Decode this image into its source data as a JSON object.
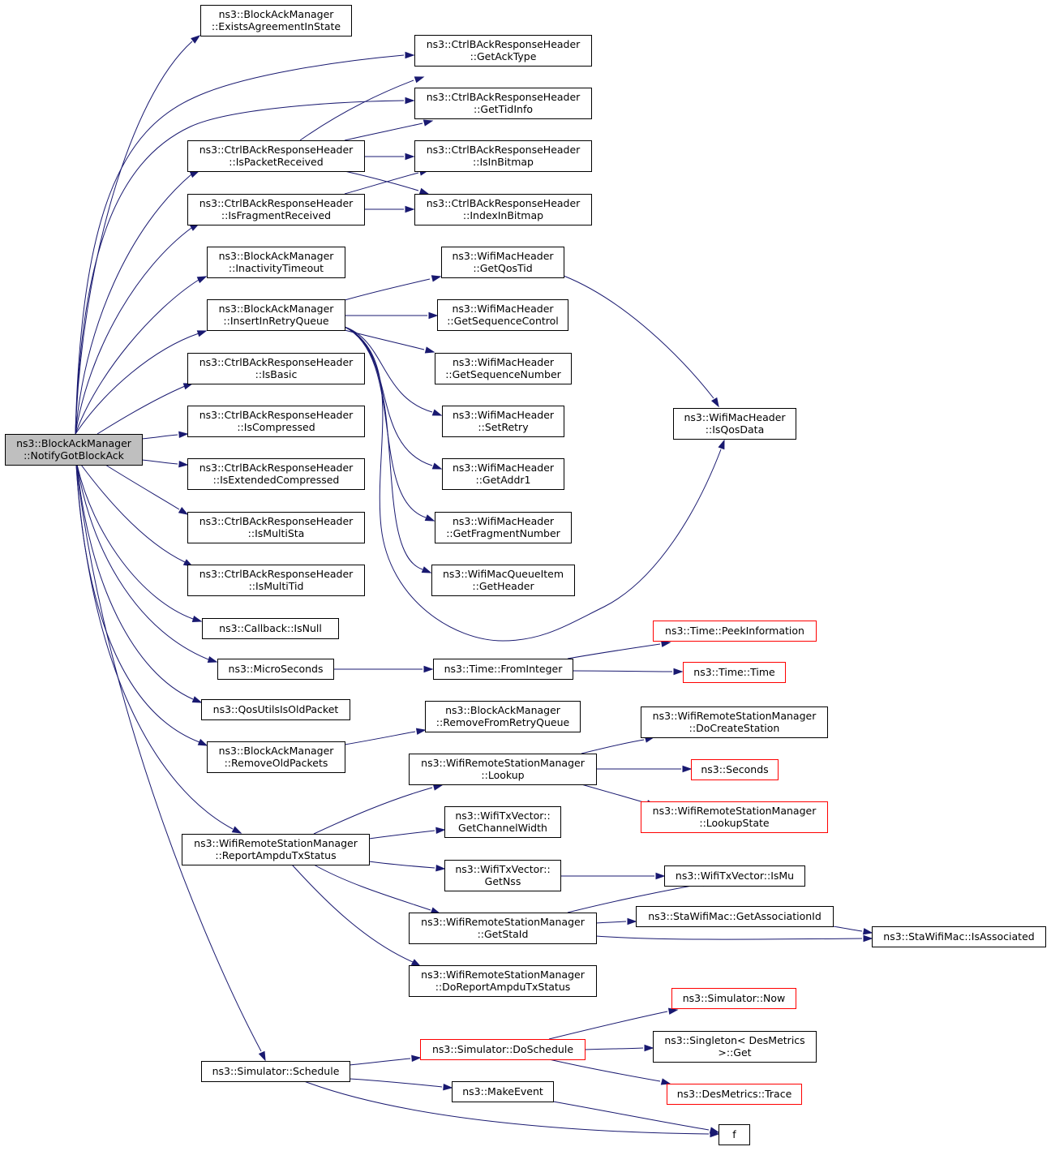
{
  "graph": {
    "colors": {
      "edge": "#191970",
      "node_border": "#000000",
      "missing_border": "#ff0000",
      "root_fill": "#bfbfbf",
      "node_fill": "#ffffff"
    },
    "nodes": [
      {
        "id": "root",
        "lines": [
          "ns3::BlockAckManager",
          "::NotifyGotBlockAck"
        ],
        "style": "root"
      },
      {
        "id": "n1",
        "lines": [
          "ns3::BlockAckManager",
          "::ExistsAgreementInState"
        ]
      },
      {
        "id": "n2",
        "lines": [
          "ns3::CtrlBAckResponseHeader",
          "::GetAckType"
        ]
      },
      {
        "id": "n3",
        "lines": [
          "ns3::CtrlBAckResponseHeader",
          "::GetTidInfo"
        ]
      },
      {
        "id": "n4",
        "lines": [
          "ns3::CtrlBAckResponseHeader",
          "::IsPacketReceived"
        ]
      },
      {
        "id": "n5",
        "lines": [
          "ns3::CtrlBAckResponseHeader",
          "::IsInBitmap"
        ]
      },
      {
        "id": "n6",
        "lines": [
          "ns3::CtrlBAckResponseHeader",
          "::IsFragmentReceived"
        ]
      },
      {
        "id": "n7",
        "lines": [
          "ns3::CtrlBAckResponseHeader",
          "::IndexInBitmap"
        ]
      },
      {
        "id": "n8",
        "lines": [
          "ns3::BlockAckManager",
          "::InactivityTimeout"
        ]
      },
      {
        "id": "n9",
        "lines": [
          "ns3::WifiMacHeader",
          "::GetQosTid"
        ]
      },
      {
        "id": "n10",
        "lines": [
          "ns3::BlockAckManager",
          "::InsertInRetryQueue"
        ]
      },
      {
        "id": "n11",
        "lines": [
          "ns3::WifiMacHeader",
          "::GetSequenceControl"
        ]
      },
      {
        "id": "n12",
        "lines": [
          "ns3::CtrlBAckResponseHeader",
          "::IsBasic"
        ]
      },
      {
        "id": "n13",
        "lines": [
          "ns3::WifiMacHeader",
          "::GetSequenceNumber"
        ]
      },
      {
        "id": "n14",
        "lines": [
          "ns3::WifiMacHeader",
          "::IsQosData"
        ]
      },
      {
        "id": "n15",
        "lines": [
          "ns3::CtrlBAckResponseHeader",
          "::IsCompressed"
        ]
      },
      {
        "id": "n16",
        "lines": [
          "ns3::WifiMacHeader",
          "::SetRetry"
        ]
      },
      {
        "id": "n17",
        "lines": [
          "ns3::CtrlBAckResponseHeader",
          "::IsExtendedCompressed"
        ]
      },
      {
        "id": "n18",
        "lines": [
          "ns3::WifiMacHeader",
          "::GetAddr1"
        ]
      },
      {
        "id": "n19",
        "lines": [
          "ns3::CtrlBAckResponseHeader",
          "::IsMultiSta"
        ]
      },
      {
        "id": "n20",
        "lines": [
          "ns3::WifiMacHeader",
          "::GetFragmentNumber"
        ]
      },
      {
        "id": "n21",
        "lines": [
          "ns3::CtrlBAckResponseHeader",
          "::IsMultiTid"
        ]
      },
      {
        "id": "n22",
        "lines": [
          "ns3::WifiMacQueueItem",
          "::GetHeader"
        ]
      },
      {
        "id": "n23",
        "lines": [
          "ns3::Callback::IsNull"
        ]
      },
      {
        "id": "n24",
        "lines": [
          "ns3::Time::PeekInformation"
        ],
        "style": "missing"
      },
      {
        "id": "n25",
        "lines": [
          "ns3::MicroSeconds"
        ]
      },
      {
        "id": "n26",
        "lines": [
          "ns3::Time::FromInteger"
        ]
      },
      {
        "id": "n27",
        "lines": [
          "ns3::Time::Time"
        ],
        "style": "missing"
      },
      {
        "id": "n28",
        "lines": [
          "ns3::QosUtilsIsOldPacket"
        ]
      },
      {
        "id": "n29",
        "lines": [
          "ns3::BlockAckManager",
          "::RemoveFromRetryQueue"
        ]
      },
      {
        "id": "n30",
        "lines": [
          "ns3::WifiRemoteStationManager",
          "::DoCreateStation"
        ]
      },
      {
        "id": "n31",
        "lines": [
          "ns3::BlockAckManager",
          "::RemoveOldPackets"
        ]
      },
      {
        "id": "n32",
        "lines": [
          "ns3::WifiRemoteStationManager",
          "::Lookup"
        ]
      },
      {
        "id": "n33",
        "lines": [
          "ns3::Seconds"
        ],
        "style": "missing"
      },
      {
        "id": "n34",
        "lines": [
          "ns3::WifiRemoteStationManager",
          "::LookupState"
        ],
        "style": "missing"
      },
      {
        "id": "n35",
        "lines": [
          "ns3::WifiTxVector::",
          "GetChannelWidth"
        ]
      },
      {
        "id": "n36",
        "lines": [
          "ns3::WifiRemoteStationManager",
          "::ReportAmpduTxStatus"
        ]
      },
      {
        "id": "n37",
        "lines": [
          "ns3::WifiTxVector::",
          "GetNss"
        ]
      },
      {
        "id": "n38",
        "lines": [
          "ns3::WifiTxVector::IsMu"
        ]
      },
      {
        "id": "n39",
        "lines": [
          "ns3::StaWifiMac::GetAssociationId"
        ]
      },
      {
        "id": "n40",
        "lines": [
          "ns3::WifiRemoteStationManager",
          "::GetStaId"
        ]
      },
      {
        "id": "n41",
        "lines": [
          "ns3::StaWifiMac::IsAssociated"
        ]
      },
      {
        "id": "n42",
        "lines": [
          "ns3::WifiRemoteStationManager",
          "::DoReportAmpduTxStatus"
        ]
      },
      {
        "id": "n43",
        "lines": [
          "ns3::Simulator::Now"
        ],
        "style": "missing"
      },
      {
        "id": "n44",
        "lines": [
          "ns3::Simulator::DoSchedule"
        ],
        "style": "missing"
      },
      {
        "id": "n45",
        "lines": [
          "ns3::Singleton< DesMetrics",
          " >::Get"
        ]
      },
      {
        "id": "n46",
        "lines": [
          "ns3::Simulator::Schedule"
        ]
      },
      {
        "id": "n47",
        "lines": [
          "ns3::DesMetrics::Trace"
        ],
        "style": "missing"
      },
      {
        "id": "n48",
        "lines": [
          "ns3::MakeEvent"
        ]
      },
      {
        "id": "n49",
        "lines": [
          "f"
        ]
      }
    ],
    "edges": [
      [
        "root",
        "n1"
      ],
      [
        "root",
        "n2"
      ],
      [
        "root",
        "n3"
      ],
      [
        "root",
        "n4"
      ],
      [
        "root",
        "n6"
      ],
      [
        "root",
        "n8"
      ],
      [
        "root",
        "n10"
      ],
      [
        "root",
        "n12"
      ],
      [
        "root",
        "n15"
      ],
      [
        "root",
        "n17"
      ],
      [
        "root",
        "n19"
      ],
      [
        "root",
        "n21"
      ],
      [
        "root",
        "n23"
      ],
      [
        "root",
        "n25"
      ],
      [
        "root",
        "n28"
      ],
      [
        "root",
        "n31"
      ],
      [
        "root",
        "n36"
      ],
      [
        "root",
        "n46"
      ],
      [
        "n4",
        "n2"
      ],
      [
        "n4",
        "n3"
      ],
      [
        "n4",
        "n5"
      ],
      [
        "n4",
        "n7"
      ],
      [
        "n6",
        "n5"
      ],
      [
        "n6",
        "n7"
      ],
      [
        "n10",
        "n9"
      ],
      [
        "n10",
        "n11"
      ],
      [
        "n10",
        "n13"
      ],
      [
        "n10",
        "n16"
      ],
      [
        "n10",
        "n18"
      ],
      [
        "n10",
        "n20"
      ],
      [
        "n10",
        "n22"
      ],
      [
        "n10",
        "n14"
      ],
      [
        "n9",
        "n14"
      ],
      [
        "n25",
        "n26"
      ],
      [
        "n26",
        "n24"
      ],
      [
        "n26",
        "n27"
      ],
      [
        "n31",
        "n29"
      ],
      [
        "n36",
        "n32"
      ],
      [
        "n36",
        "n35"
      ],
      [
        "n36",
        "n37"
      ],
      [
        "n36",
        "n40"
      ],
      [
        "n36",
        "n42"
      ],
      [
        "n32",
        "n30"
      ],
      [
        "n32",
        "n33"
      ],
      [
        "n32",
        "n34"
      ],
      [
        "n37",
        "n38"
      ],
      [
        "n40",
        "n38"
      ],
      [
        "n40",
        "n39"
      ],
      [
        "n40",
        "n41"
      ],
      [
        "n39",
        "n41"
      ],
      [
        "n46",
        "n44"
      ],
      [
        "n46",
        "n48"
      ],
      [
        "n46",
        "n49"
      ],
      [
        "n44",
        "n43"
      ],
      [
        "n44",
        "n45"
      ],
      [
        "n44",
        "n47"
      ],
      [
        "n48",
        "n49"
      ]
    ]
  }
}
